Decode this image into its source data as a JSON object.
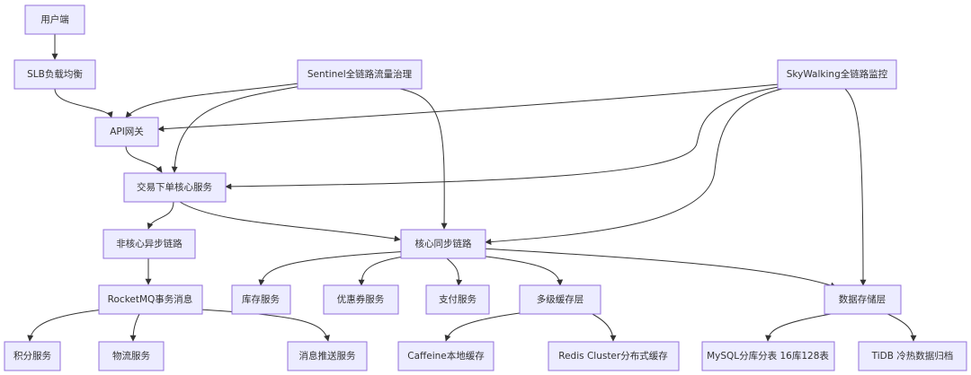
{
  "nodes": {
    "user": {
      "label": "用户端"
    },
    "slb": {
      "label": "SLB负载均衡"
    },
    "sentinel": {
      "label": "Sentinel全链路流量治理"
    },
    "skywalking": {
      "label": "SkyWalking全链路监控"
    },
    "gateway": {
      "label": "API网关"
    },
    "trade": {
      "label": "交易下单核心服务"
    },
    "async_chain": {
      "label": "非核心异步链路"
    },
    "sync_chain": {
      "label": "核心同步链路"
    },
    "rocketmq": {
      "label": "RocketMQ事务消息"
    },
    "inventory": {
      "label": "库存服务"
    },
    "coupon": {
      "label": "优惠券服务"
    },
    "payment": {
      "label": "支付服务"
    },
    "cache_layer": {
      "label": "多级缓存层"
    },
    "storage_layer": {
      "label": "数据存储层"
    },
    "points": {
      "label": "积分服务"
    },
    "logistics": {
      "label": "物流服务"
    },
    "push": {
      "label": "消息推送服务"
    },
    "caffeine": {
      "label": "Caffeine本地缓存"
    },
    "redis": {
      "label": "Redis Cluster分布式缓存"
    },
    "mysql": {
      "label": "MySQL分库分表 16库128表"
    },
    "tidb": {
      "label": "TiDB 冷热数据归档"
    }
  },
  "colors": {
    "node_fill": "#ECECFF",
    "node_stroke": "#9370DB",
    "edge": "#333333",
    "text": "#333333"
  }
}
